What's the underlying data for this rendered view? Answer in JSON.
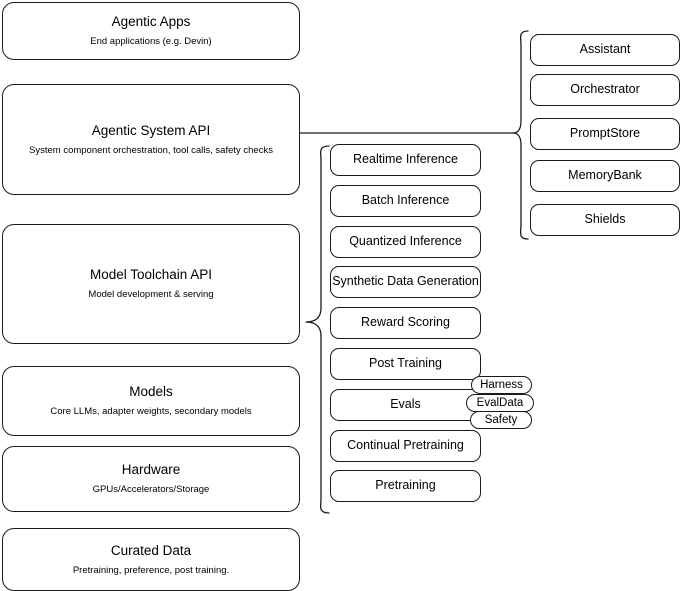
{
  "diagram": {
    "title": "Agentic AI stack layers",
    "background_color": "#ffffff",
    "stroke_color": "#1a1a1a"
  },
  "layers": [
    {
      "name": "agentic-apps",
      "title": "Agentic Apps",
      "subtitle": "End applications (e.g. Devin)"
    },
    {
      "name": "agentic-system-api",
      "title": "Agentic System API",
      "subtitle": "System component orchestration, tool calls, safety checks"
    },
    {
      "name": "model-toolchain-api",
      "title": "Model Toolchain API",
      "subtitle": "Model development & serving"
    },
    {
      "name": "models",
      "title": "Models",
      "subtitle": "Core LLMs, adapter weights, secondary models"
    },
    {
      "name": "hardware",
      "title": "Hardware",
      "subtitle": "GPUs/Accelerators/Storage"
    },
    {
      "name": "curated-data",
      "title": "Curated Data",
      "subtitle": "Pretraining, preference, post training."
    }
  ],
  "toolchain_components": [
    {
      "name": "realtime-inference",
      "label": "Realtime Inference"
    },
    {
      "name": "batch-inference",
      "label": "Batch Inference"
    },
    {
      "name": "quantized-inference",
      "label": "Quantized Inference"
    },
    {
      "name": "synthetic-data-generation",
      "label": "Synthetic Data Generation"
    },
    {
      "name": "reward-scoring",
      "label": "Reward Scoring"
    },
    {
      "name": "post-training",
      "label": "Post Training"
    },
    {
      "name": "evals",
      "label": "Evals"
    },
    {
      "name": "continual-pretraining",
      "label": "Continual Pretraining"
    },
    {
      "name": "pretraining",
      "label": "Pretraining"
    }
  ],
  "system_components": [
    {
      "name": "assistant",
      "label": "Assistant"
    },
    {
      "name": "orchestrator",
      "label": "Orchestrator"
    },
    {
      "name": "promptstore",
      "label": "PromptStore"
    },
    {
      "name": "memorybank",
      "label": "MemoryBank"
    },
    {
      "name": "shields",
      "label": "Shields"
    }
  ],
  "evals_chips": [
    {
      "name": "harness",
      "label": "Harness"
    },
    {
      "name": "evaldata",
      "label": "EvalData"
    },
    {
      "name": "safety",
      "label": "Safety"
    }
  ]
}
